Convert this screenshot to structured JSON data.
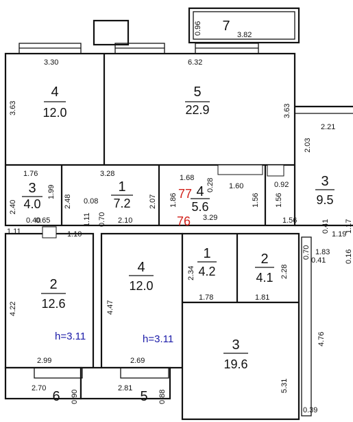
{
  "rooms": [
    {
      "id": "r-top-left",
      "number": "4",
      "area": "12.0"
    },
    {
      "id": "r-top-center",
      "number": "5",
      "area": "22.9"
    },
    {
      "id": "r-hall",
      "number": "1",
      "area": "7.2"
    },
    {
      "id": "r-wc",
      "number": "3",
      "area": "4.0"
    },
    {
      "id": "r-bath",
      "number": "4",
      "area": "5.6"
    },
    {
      "id": "r-right-balcony",
      "number": "3",
      "area": "9.5"
    },
    {
      "id": "r-left-lower",
      "number": "2",
      "area": "12.6"
    },
    {
      "id": "r-middle-lower",
      "number": "4",
      "area": "12.0"
    },
    {
      "id": "r-small-1",
      "number": "1",
      "area": "4.2"
    },
    {
      "id": "r-small-2",
      "number": "2",
      "area": "4.1"
    },
    {
      "id": "r-big-lower",
      "number": "3",
      "area": "19.6"
    }
  ],
  "balconies": [
    {
      "id": "b-top",
      "number": "7"
    },
    {
      "id": "b-bottom-left",
      "number": "6"
    },
    {
      "id": "b-bottom-mid",
      "number": "5"
    }
  ],
  "dimensions": [
    "3.30",
    "6.32",
    "3.82",
    "0.96",
    "3.63",
    "3.63",
    "2.21",
    "2.03",
    "1.76",
    "3.28",
    "1.99",
    "2.40",
    "0.40",
    "0.65",
    "1.11",
    "2.48",
    "0.08",
    "1.11",
    "0.70",
    "2.10",
    "1.10",
    "2.07",
    "1.86",
    "1.68",
    "0.28",
    "1.60",
    "0.92",
    "1.56",
    "1.56",
    "1.56",
    "3.29",
    "0.41",
    "1.17",
    "1.19",
    "1.83",
    "0.70",
    "0.41",
    "0.16",
    "4.22",
    "4.47",
    "2.34",
    "1.78",
    "2.28",
    "1.81",
    "4.76",
    "5.31",
    "2.99",
    "2.69",
    "2.70",
    "0.90",
    "2.81",
    "0.88",
    "0.39"
  ],
  "annotations": {
    "red_upper": "77",
    "red_lower": "76",
    "height_left": "h=3.11",
    "height_mid": "h=3.11"
  }
}
